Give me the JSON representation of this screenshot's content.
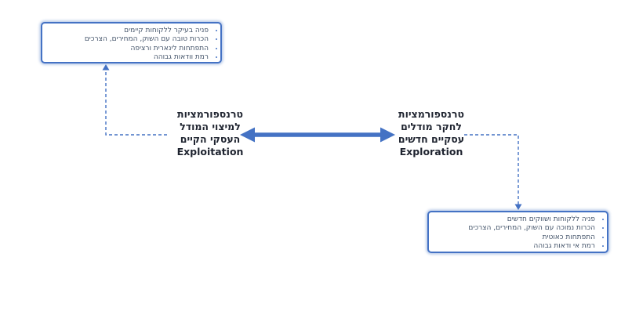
{
  "diagram": {
    "exploitation": {
      "label": {
        "lines": [
          "טרנספורמציות",
          "למיצוי המודל",
          "העסקי הקיים"
        ],
        "english": "Exploitation"
      },
      "box_items": [
        "פניה בעיקר ללקוחות קיימים",
        "הכרות טובה עם השוק, המחירים, הצרכים",
        "התפתחות לינארית ורציפה",
        "רמת וודאות גבוהה"
      ]
    },
    "exploration": {
      "label": {
        "lines": [
          "טרנספורמציות",
          "לחקר מודלים",
          "עסקיים חדשים"
        ],
        "english": "Exploration"
      },
      "box_items": [
        "פניה ללקוחות ושווקים חדשים",
        "הכרות נמוכה עם השוק, המחירים, הצרכים",
        "התפתחות כאוטית",
        "רמת אי ודאות גבוהה"
      ]
    },
    "colors": {
      "accent_blue": "#4472C4",
      "box_text": "#44546A",
      "label_text": "#1F2430",
      "background": "#FFFFFF"
    }
  }
}
